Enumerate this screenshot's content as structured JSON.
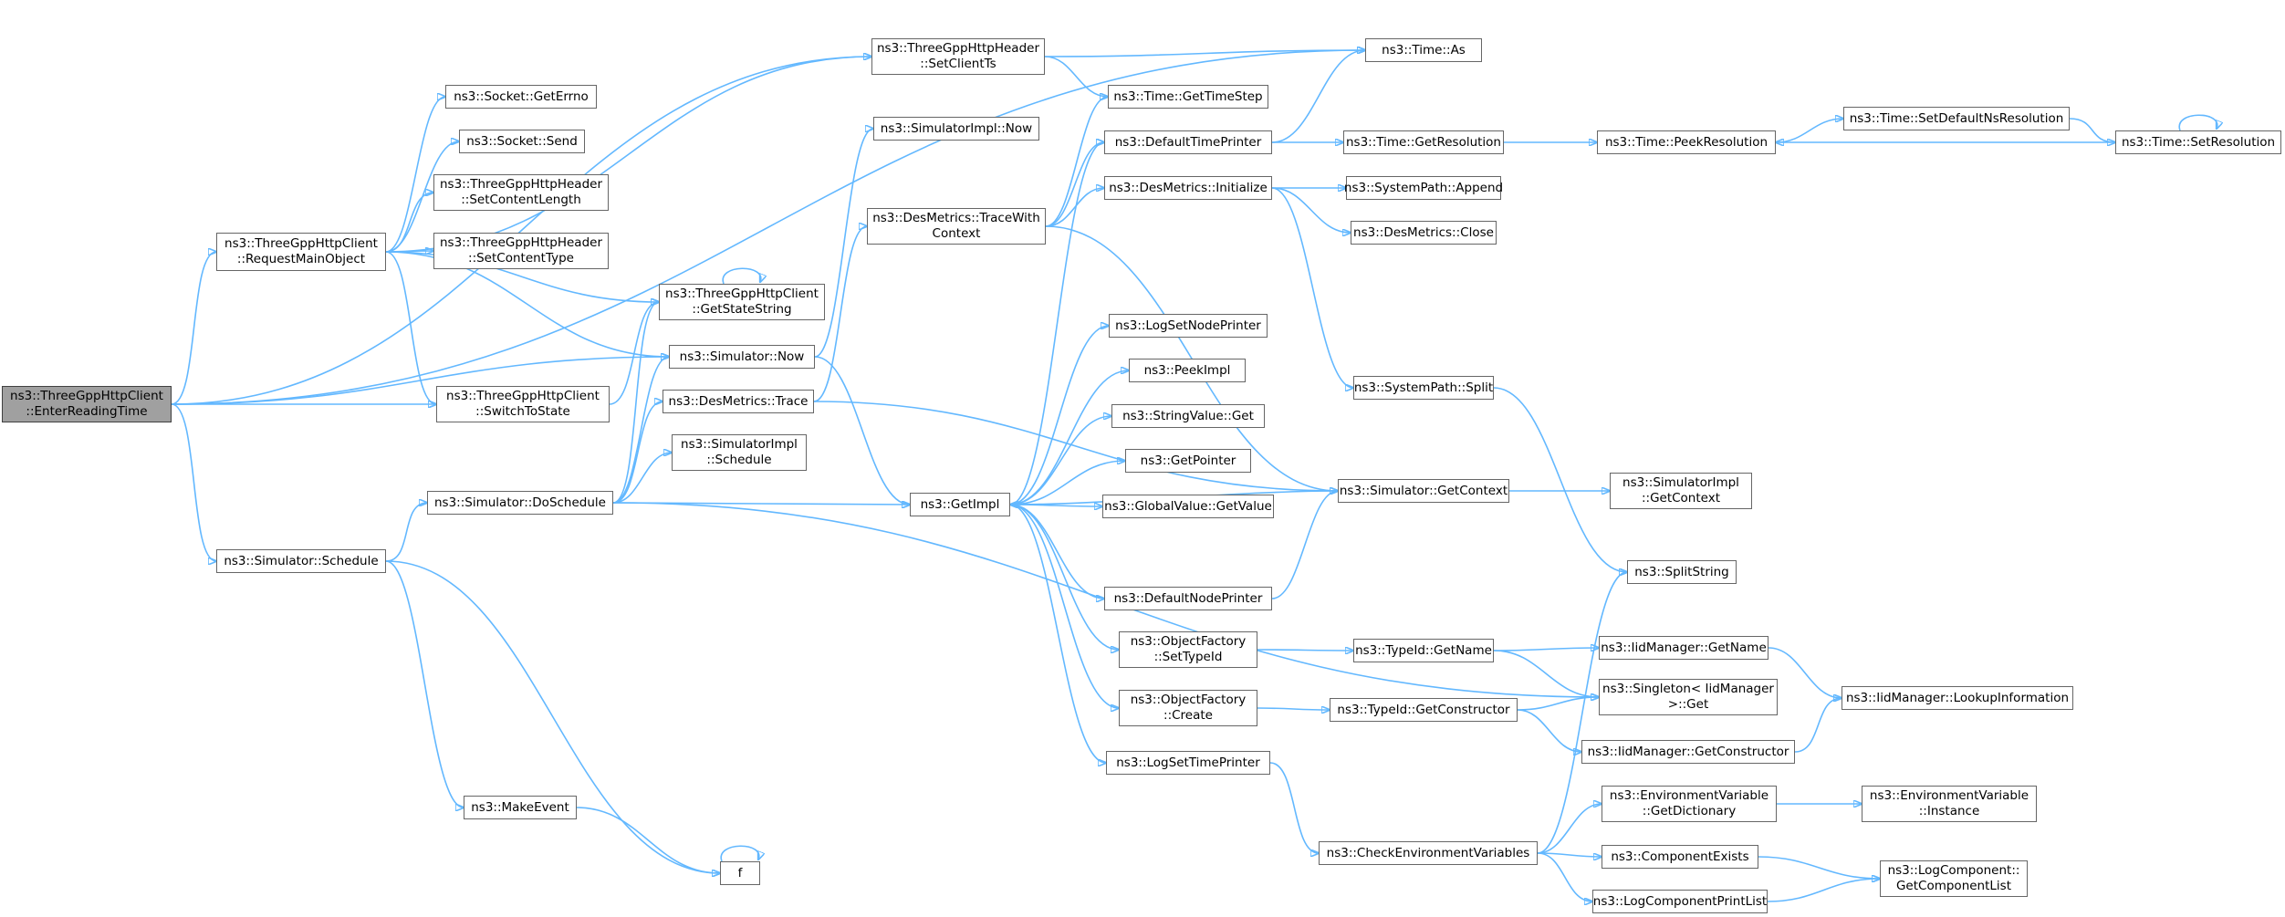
{
  "colors": {
    "edge": "#63b8ff",
    "node_border": "#666666",
    "root_fill": "#a0a0a0"
  },
  "nodes": [
    {
      "id": "n0",
      "lines": [
        "ns3::ThreeGppHttpClient",
        "::EnterReadingTime"
      ],
      "root": true
    },
    {
      "id": "n1",
      "lines": [
        "ns3::ThreeGppHttpClient",
        "::RequestMainObject"
      ]
    },
    {
      "id": "n2",
      "lines": [
        "ns3::Simulator::Schedule"
      ]
    },
    {
      "id": "n3",
      "lines": [
        "ns3::ThreeGppHttpHeader",
        "::SetClientTs"
      ]
    },
    {
      "id": "n4",
      "lines": [
        "ns3::Socket::GetErrno"
      ]
    },
    {
      "id": "n5",
      "lines": [
        "ns3::Socket::Send"
      ]
    },
    {
      "id": "n6",
      "lines": [
        "ns3::ThreeGppHttpHeader",
        "::SetContentLength"
      ]
    },
    {
      "id": "n7",
      "lines": [
        "ns3::ThreeGppHttpHeader",
        "::SetContentType"
      ]
    },
    {
      "id": "n8",
      "lines": [
        "ns3::ThreeGppHttpClient",
        "::GetStateString"
      ]
    },
    {
      "id": "n9",
      "lines": [
        "ns3::Simulator::Now"
      ]
    },
    {
      "id": "n10",
      "lines": [
        "ns3::ThreeGppHttpClient",
        "::SwitchToState"
      ]
    },
    {
      "id": "n11",
      "lines": [
        "ns3::DesMetrics::Trace"
      ]
    },
    {
      "id": "n12",
      "lines": [
        "ns3::SimulatorImpl",
        "::Schedule"
      ]
    },
    {
      "id": "n13",
      "lines": [
        "ns3::Simulator::DoSchedule"
      ]
    },
    {
      "id": "n14",
      "lines": [
        "ns3::MakeEvent"
      ]
    },
    {
      "id": "n15",
      "lines": [
        "f"
      ]
    },
    {
      "id": "n16",
      "lines": [
        "ns3::SimulatorImpl::Now"
      ]
    },
    {
      "id": "n17",
      "lines": [
        "ns3::DesMetrics::TraceWith",
        "Context"
      ]
    },
    {
      "id": "n18",
      "lines": [
        "ns3::GetImpl"
      ]
    },
    {
      "id": "n19",
      "lines": [
        "ns3::Time::As"
      ]
    },
    {
      "id": "n20",
      "lines": [
        "ns3::Time::GetTimeStep"
      ]
    },
    {
      "id": "n21",
      "lines": [
        "ns3::DefaultTimePrinter"
      ]
    },
    {
      "id": "n22",
      "lines": [
        "ns3::DesMetrics::Initialize"
      ]
    },
    {
      "id": "n23",
      "lines": [
        "ns3::LogSetNodePrinter"
      ]
    },
    {
      "id": "n24",
      "lines": [
        "ns3::PeekImpl"
      ]
    },
    {
      "id": "n25",
      "lines": [
        "ns3::StringValue::Get"
      ]
    },
    {
      "id": "n26",
      "lines": [
        "ns3::GetPointer"
      ]
    },
    {
      "id": "n27",
      "lines": [
        "ns3::GlobalValue::GetValue"
      ]
    },
    {
      "id": "n28",
      "lines": [
        "ns3::DefaultNodePrinter"
      ]
    },
    {
      "id": "n29",
      "lines": [
        "ns3::ObjectFactory",
        "::SetTypeId"
      ]
    },
    {
      "id": "n30",
      "lines": [
        "ns3::ObjectFactory",
        "::Create"
      ]
    },
    {
      "id": "n31",
      "lines": [
        "ns3::LogSetTimePrinter"
      ]
    },
    {
      "id": "n32",
      "lines": [
        "ns3::Time::GetResolution"
      ]
    },
    {
      "id": "n33",
      "lines": [
        "ns3::SystemPath::Append"
      ]
    },
    {
      "id": "n34",
      "lines": [
        "ns3::DesMetrics::Close"
      ]
    },
    {
      "id": "n35",
      "lines": [
        "ns3::SystemPath::Split"
      ]
    },
    {
      "id": "n36",
      "lines": [
        "ns3::Simulator::GetContext"
      ]
    },
    {
      "id": "n37",
      "lines": [
        "ns3::TypeId::GetName"
      ]
    },
    {
      "id": "n38",
      "lines": [
        "ns3::TypeId::GetConstructor"
      ]
    },
    {
      "id": "n39",
      "lines": [
        "ns3::CheckEnvironmentVariables"
      ]
    },
    {
      "id": "n40",
      "lines": [
        "ns3::Time::PeekResolution"
      ]
    },
    {
      "id": "n41",
      "lines": [
        "ns3::Time::SetDefaultNsResolution"
      ]
    },
    {
      "id": "n42",
      "lines": [
        "ns3::Time::SetResolution"
      ]
    },
    {
      "id": "n43",
      "lines": [
        "ns3::SimulatorImpl",
        "::GetContext"
      ]
    },
    {
      "id": "n44",
      "lines": [
        "ns3::SplitString"
      ]
    },
    {
      "id": "n45",
      "lines": [
        "ns3::IidManager::GetName"
      ]
    },
    {
      "id": "n46",
      "lines": [
        "ns3::Singleton< IidManager",
        " >::Get"
      ]
    },
    {
      "id": "n47",
      "lines": [
        "ns3::IidManager::GetConstructor"
      ]
    },
    {
      "id": "n48",
      "lines": [
        "ns3::IidManager::LookupInformation"
      ]
    },
    {
      "id": "n49",
      "lines": [
        "ns3::EnvironmentVariable",
        "::GetDictionary"
      ]
    },
    {
      "id": "n50",
      "lines": [
        "ns3::EnvironmentVariable",
        "::Instance"
      ]
    },
    {
      "id": "n51",
      "lines": [
        "ns3::ComponentExists"
      ]
    },
    {
      "id": "n52",
      "lines": [
        "ns3::LogComponentPrintList"
      ]
    },
    {
      "id": "n53",
      "lines": [
        "ns3::LogComponent::",
        "GetComponentList"
      ]
    }
  ],
  "edges": [
    [
      "n0",
      "n19"
    ],
    [
      "n0",
      "n3"
    ],
    [
      "n0",
      "n1"
    ],
    [
      "n0",
      "n10"
    ],
    [
      "n0",
      "n9"
    ],
    [
      "n0",
      "n2"
    ],
    [
      "n1",
      "n3"
    ],
    [
      "n1",
      "n4"
    ],
    [
      "n1",
      "n5"
    ],
    [
      "n1",
      "n6"
    ],
    [
      "n1",
      "n7"
    ],
    [
      "n1",
      "n8"
    ],
    [
      "n1",
      "n9"
    ],
    [
      "n1",
      "n10"
    ],
    [
      "n3",
      "n19"
    ],
    [
      "n3",
      "n20"
    ],
    [
      "n8",
      "n8"
    ],
    [
      "n10",
      "n8"
    ],
    [
      "n9",
      "n16"
    ],
    [
      "n9",
      "n18"
    ],
    [
      "n11",
      "n17"
    ],
    [
      "n11",
      "n36"
    ],
    [
      "n2",
      "n13"
    ],
    [
      "n2",
      "n14"
    ],
    [
      "n2",
      "n15"
    ],
    [
      "n13",
      "n8"
    ],
    [
      "n13",
      "n9"
    ],
    [
      "n13",
      "n11"
    ],
    [
      "n13",
      "n12"
    ],
    [
      "n13",
      "n18"
    ],
    [
      "n13",
      "n46"
    ],
    [
      "n14",
      "n15"
    ],
    [
      "n15",
      "n15"
    ],
    [
      "n17",
      "n20"
    ],
    [
      "n17",
      "n21"
    ],
    [
      "n17",
      "n22"
    ],
    [
      "n17",
      "n36"
    ],
    [
      "n18",
      "n21"
    ],
    [
      "n18",
      "n23"
    ],
    [
      "n18",
      "n24"
    ],
    [
      "n18",
      "n25"
    ],
    [
      "n18",
      "n26"
    ],
    [
      "n18",
      "n27"
    ],
    [
      "n18",
      "n28"
    ],
    [
      "n18",
      "n29"
    ],
    [
      "n18",
      "n30"
    ],
    [
      "n18",
      "n31"
    ],
    [
      "n21",
      "n19"
    ],
    [
      "n21",
      "n32"
    ],
    [
      "n22",
      "n33"
    ],
    [
      "n22",
      "n34"
    ],
    [
      "n22",
      "n35"
    ],
    [
      "n36",
      "n18"
    ],
    [
      "n36",
      "n43"
    ],
    [
      "n28",
      "n36"
    ],
    [
      "n29",
      "n37"
    ],
    [
      "n30",
      "n38"
    ],
    [
      "n31",
      "n39"
    ],
    [
      "n32",
      "n40"
    ],
    [
      "n40",
      "n41"
    ],
    [
      "n41",
      "n42"
    ],
    [
      "n42",
      "n40"
    ],
    [
      "n42",
      "n42"
    ],
    [
      "n35",
      "n44"
    ],
    [
      "n37",
      "n45"
    ],
    [
      "n37",
      "n46"
    ],
    [
      "n38",
      "n46"
    ],
    [
      "n38",
      "n47"
    ],
    [
      "n45",
      "n48"
    ],
    [
      "n47",
      "n48"
    ],
    [
      "n39",
      "n44"
    ],
    [
      "n39",
      "n49"
    ],
    [
      "n39",
      "n51"
    ],
    [
      "n39",
      "n52"
    ],
    [
      "n49",
      "n50"
    ],
    [
      "n51",
      "n53"
    ],
    [
      "n52",
      "n53"
    ]
  ]
}
